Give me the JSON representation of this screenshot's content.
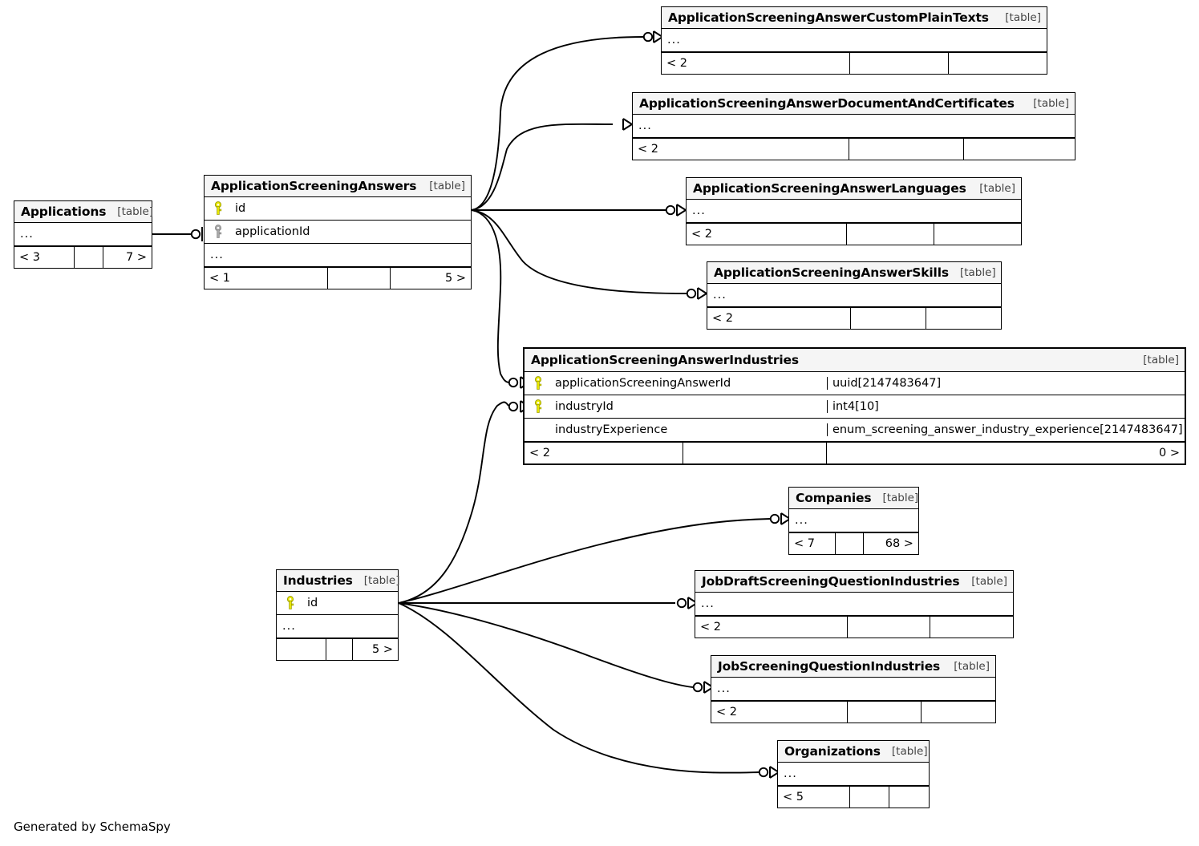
{
  "diagram": {
    "generator_note": "Generated by SchemaSpy",
    "table_tag": "[table]",
    "ellipsis": "...",
    "colors": {
      "primary_key": "#e8e800",
      "foreign_key": "#a8a8a8",
      "header_bg": "#f5f5f5",
      "border": "#000000",
      "background": "#ffffff"
    }
  },
  "tables": {
    "applications": {
      "name": "Applications",
      "tag": "[table]",
      "rows": [
        {
          "label": "..."
        }
      ],
      "footer": {
        "left": "< 3",
        "middle": "",
        "right": "7 >"
      }
    },
    "application_screening_answers": {
      "name": "ApplicationScreeningAnswers",
      "tag": "[table]",
      "columns": [
        {
          "key": "primary",
          "name": "id",
          "type": ""
        },
        {
          "key": "foreign",
          "name": "applicationId",
          "type": ""
        }
      ],
      "rows": [
        {
          "label": "..."
        }
      ],
      "footer": {
        "left": "< 1",
        "middle": "",
        "right": "5 >"
      }
    },
    "custom_plain_texts": {
      "name": "ApplicationScreeningAnswerCustomPlainTexts",
      "tag": "[table]",
      "rows": [
        {
          "label": "..."
        }
      ],
      "footer": {
        "left": "< 2",
        "middle": "",
        "right": ""
      }
    },
    "document_and_certificates": {
      "name": "ApplicationScreeningAnswerDocumentAndCertificates",
      "tag": "[table]",
      "rows": [
        {
          "label": "..."
        }
      ],
      "footer": {
        "left": "< 2",
        "middle": "",
        "right": ""
      }
    },
    "answer_languages": {
      "name": "ApplicationScreeningAnswerLanguages",
      "tag": "[table]",
      "rows": [
        {
          "label": "..."
        }
      ],
      "footer": {
        "left": "< 2",
        "middle": "",
        "right": ""
      }
    },
    "answer_skills": {
      "name": "ApplicationScreeningAnswerSkills",
      "tag": "[table]",
      "rows": [
        {
          "label": "..."
        }
      ],
      "footer": {
        "left": "< 2",
        "middle": "",
        "right": ""
      }
    },
    "answer_industries": {
      "name": "ApplicationScreeningAnswerIndustries",
      "tag": "[table]",
      "columns": [
        {
          "key": "primary",
          "name": "applicationScreeningAnswerId",
          "type": "uuid[2147483647]"
        },
        {
          "key": "primary",
          "name": "industryId",
          "type": "int4[10]"
        },
        {
          "key": "none",
          "name": "industryExperience",
          "type": "enum_screening_answer_industry_experience[2147483647]"
        }
      ],
      "footer": {
        "left": "< 2",
        "middle": "",
        "right": "0 >"
      }
    },
    "companies": {
      "name": "Companies",
      "tag": "[table]",
      "rows": [
        {
          "label": "..."
        }
      ],
      "footer": {
        "left": "< 7",
        "middle": "",
        "right": "68 >"
      }
    },
    "industries": {
      "name": "Industries",
      "tag": "[table]",
      "columns": [
        {
          "key": "primary",
          "name": "id",
          "type": ""
        }
      ],
      "rows": [
        {
          "label": "..."
        }
      ],
      "footer": {
        "left": "",
        "middle": "",
        "right": "5 >"
      }
    },
    "job_draft_screening_question_industries": {
      "name": "JobDraftScreeningQuestionIndustries",
      "tag": "[table]",
      "rows": [
        {
          "label": "..."
        }
      ],
      "footer": {
        "left": "< 2",
        "middle": "",
        "right": ""
      }
    },
    "job_screening_question_industries": {
      "name": "JobScreeningQuestionIndustries",
      "tag": "[table]",
      "rows": [
        {
          "label": "..."
        }
      ],
      "footer": {
        "left": "< 2",
        "middle": "",
        "right": ""
      }
    },
    "organizations": {
      "name": "Organizations",
      "tag": "[table]",
      "rows": [
        {
          "label": "..."
        }
      ],
      "footer": {
        "left": "< 5",
        "middle": "",
        "right": ""
      }
    }
  },
  "relationships": [
    {
      "from": "Applications",
      "to": "ApplicationScreeningAnswers"
    },
    {
      "from": "ApplicationScreeningAnswers",
      "to": "ApplicationScreeningAnswerCustomPlainTexts"
    },
    {
      "from": "ApplicationScreeningAnswers",
      "to": "ApplicationScreeningAnswerDocumentAndCertificates"
    },
    {
      "from": "ApplicationScreeningAnswers",
      "to": "ApplicationScreeningAnswerLanguages"
    },
    {
      "from": "ApplicationScreeningAnswers",
      "to": "ApplicationScreeningAnswerSkills"
    },
    {
      "from": "ApplicationScreeningAnswers",
      "to": "ApplicationScreeningAnswerIndustries"
    },
    {
      "from": "Industries",
      "to": "ApplicationScreeningAnswerIndustries"
    },
    {
      "from": "Industries",
      "to": "Companies"
    },
    {
      "from": "Industries",
      "to": "JobDraftScreeningQuestionIndustries"
    },
    {
      "from": "Industries",
      "to": "JobScreeningQuestionIndustries"
    },
    {
      "from": "Industries",
      "to": "Organizations"
    }
  ]
}
